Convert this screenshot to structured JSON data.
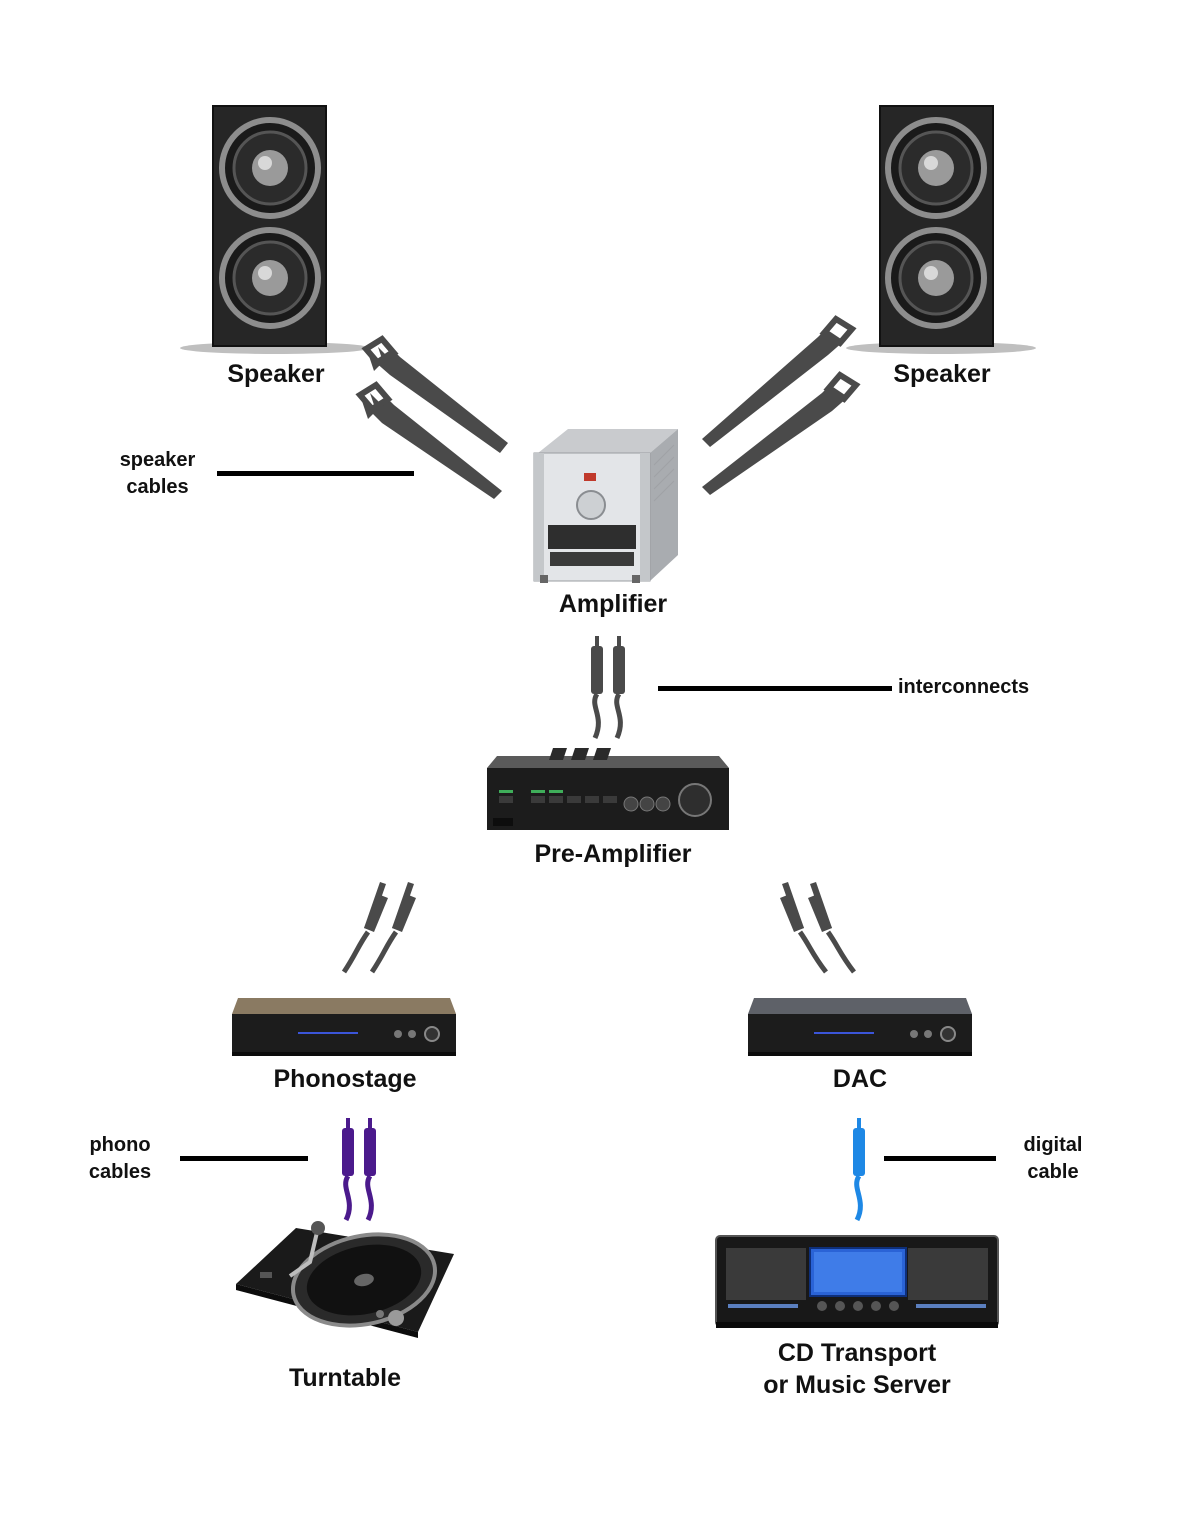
{
  "devices": {
    "speaker_left": "Speaker",
    "speaker_right": "Speaker",
    "amplifier": "Amplifier",
    "preamplifier": "Pre-Amplifier",
    "phonostage": "Phonostage",
    "dac": "DAC",
    "turntable": "Turntable",
    "source_line1": "CD Transport",
    "source_line2": "or Music Server"
  },
  "cables": {
    "speaker_cables_line1": "speaker",
    "speaker_cables_line2": "cables",
    "interconnects": "interconnects",
    "phono_cables_line1": "phono",
    "phono_cables_line2": "cables",
    "digital_cable_line1": "digital",
    "digital_cable_line2": "cable"
  },
  "colors": {
    "cable_gray": "#4a4a4a",
    "phono_purple": "#4b1a8c",
    "digital_blue": "#1e88e5",
    "device_black": "#1a1a1a",
    "amp_silver": "#d6d8db",
    "screen_blue": "#2a63d6"
  },
  "icons": {
    "speaker": "tower-speaker-icon",
    "amplifier": "amplifier-icon",
    "preamplifier": "preamplifier-icon",
    "phonostage": "phonostage-icon",
    "dac": "dac-icon",
    "turntable": "turntable-icon",
    "cd": "cd-transport-icon",
    "spade": "spade-connector-icon",
    "rca": "rca-plug-icon"
  }
}
